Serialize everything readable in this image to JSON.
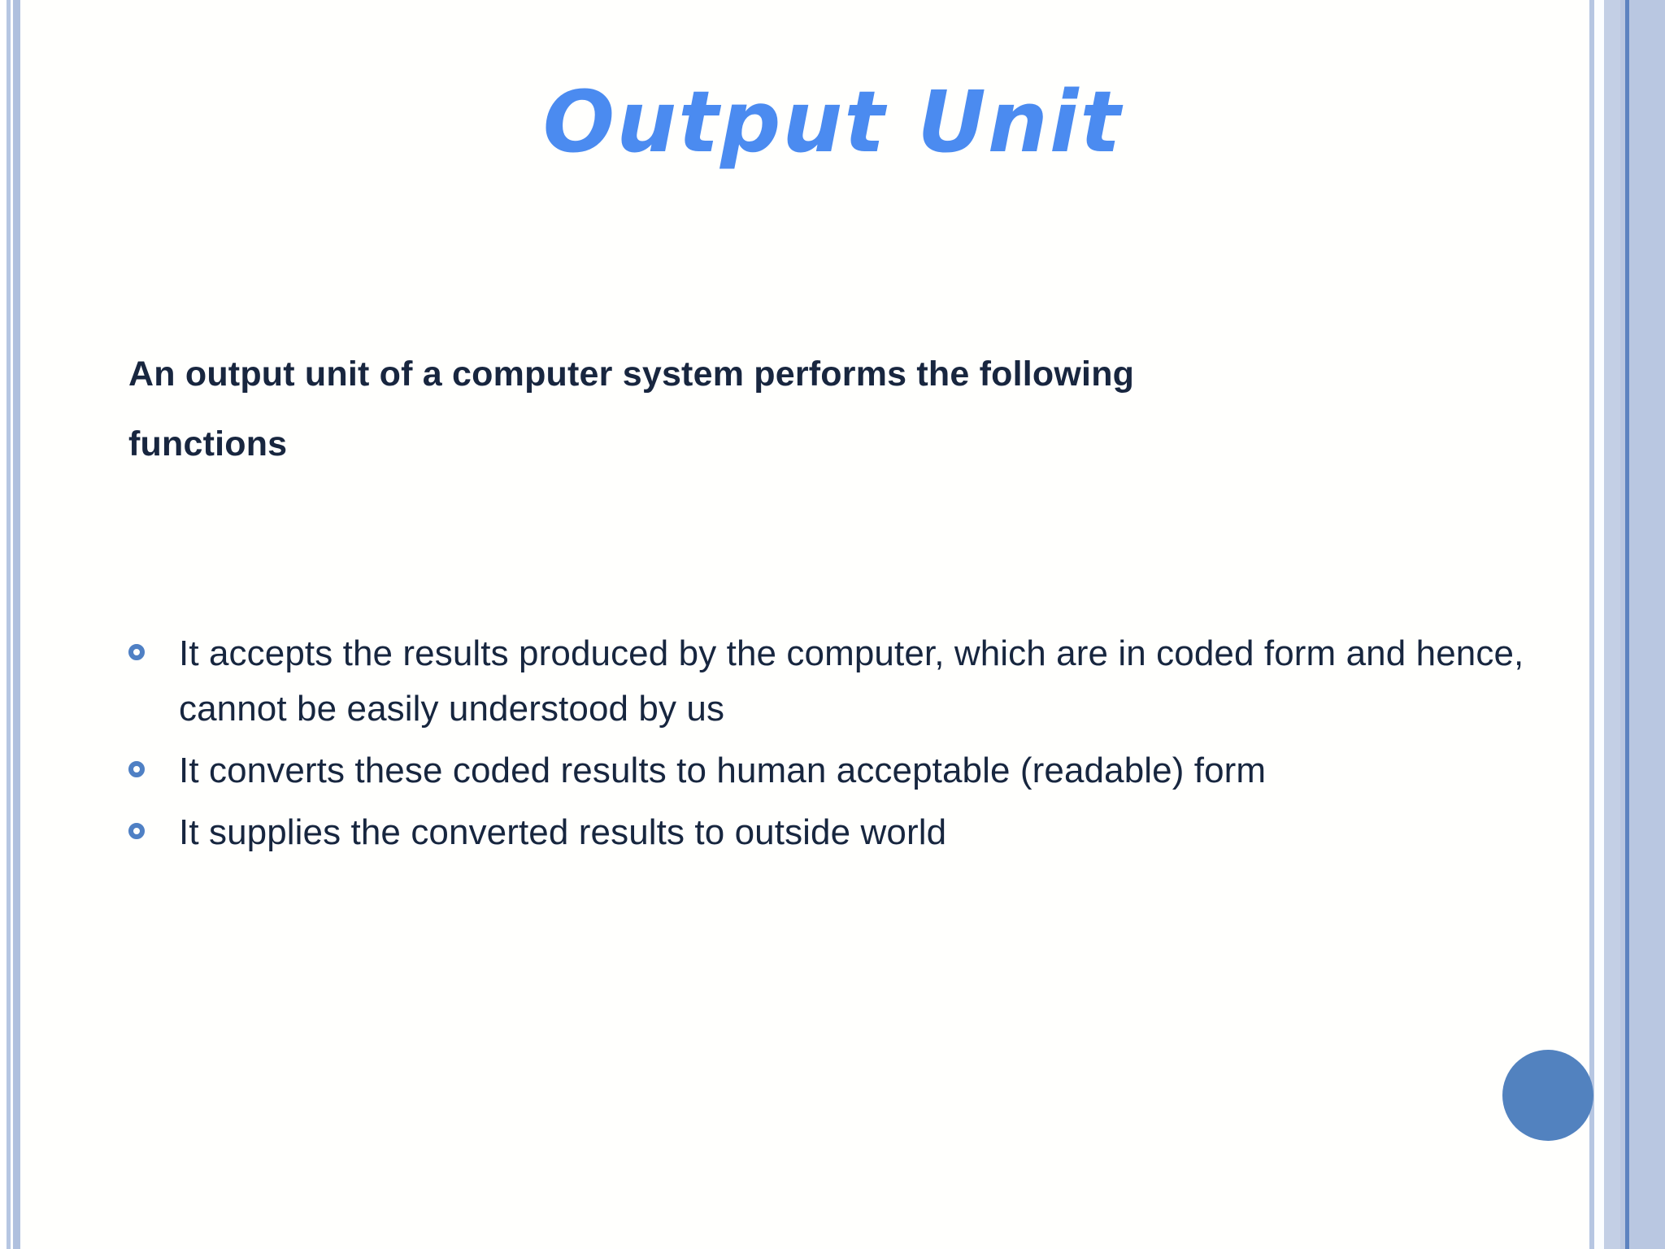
{
  "slide": {
    "title": "Output Unit",
    "lead": "An output unit of a computer system performs the following functions",
    "bullets": [
      {
        "text": "It accepts the results produced by the computer, which are in coded form and hence, cannot be easily understood by us"
      },
      {
        "text": "It converts these coded results to human acceptable (readable) form"
      },
      {
        "text": "It supplies the converted results to outside world"
      }
    ],
    "colors": {
      "title_blue": "#4b8bf0",
      "body_navy": "#17263f",
      "bullet_ring_blue": "#4f80c4",
      "deco_circle_blue": "#5282bf",
      "border_light_blue": "#b6c6e2",
      "border_band_blue": "#b9c7e1",
      "border_rule_blue": "#5d83c0",
      "background": "#fffffd"
    }
  }
}
